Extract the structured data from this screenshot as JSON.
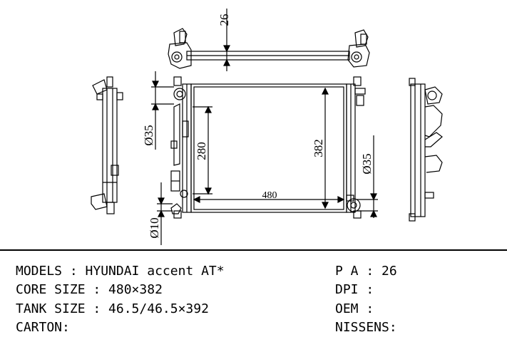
{
  "drawing": {
    "dimensions": {
      "top_bar_height": "26",
      "left_tank_diameter": "Ø35",
      "core_height_inner": "280",
      "core_height": "382",
      "right_tank_diameter": "Ø35",
      "drain_diameter": "Ø10",
      "core_width_partial": "480"
    }
  },
  "specs": {
    "models": "MODELS : HYUNDAI accent AT*",
    "core_size": "CORE SIZE : 480×382",
    "tank_size": "TANK SIZE : 46.5/46.5×392",
    "carton": "CARTON:",
    "pa": "P A : 26",
    "dpi": "DPI :",
    "oem": "OEM :",
    "nissens": "NISSENS:"
  }
}
